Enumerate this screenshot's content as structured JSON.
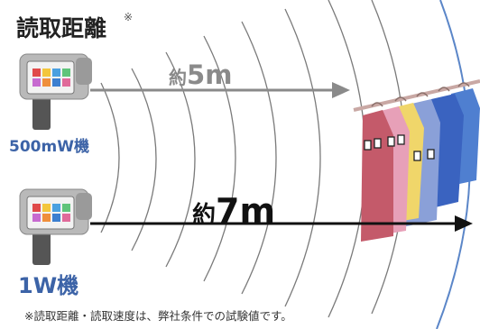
{
  "title": "読取距離",
  "title_mark": "※",
  "devices": [
    {
      "label": "500mW機"
    },
    {
      "label": "1W機"
    }
  ],
  "distances": [
    {
      "prefix": "約",
      "value": "5",
      "unit": "m"
    },
    {
      "prefix": "約",
      "value": "7",
      "unit": "m"
    }
  ],
  "footnote": "※読取距離・読取速度は、弊社条件での試験値です。",
  "colors": {
    "label_blue": "#3c63a7",
    "arrow_gray": "#8a8a8a",
    "arrow_black": "#111111",
    "wave_gray": "#7a7a7a",
    "boundary_blue": "#5b86c8"
  },
  "icons": [
    "handheld-reader-icon",
    "clothes-rack-icon",
    "rfid-tag-icon"
  ]
}
